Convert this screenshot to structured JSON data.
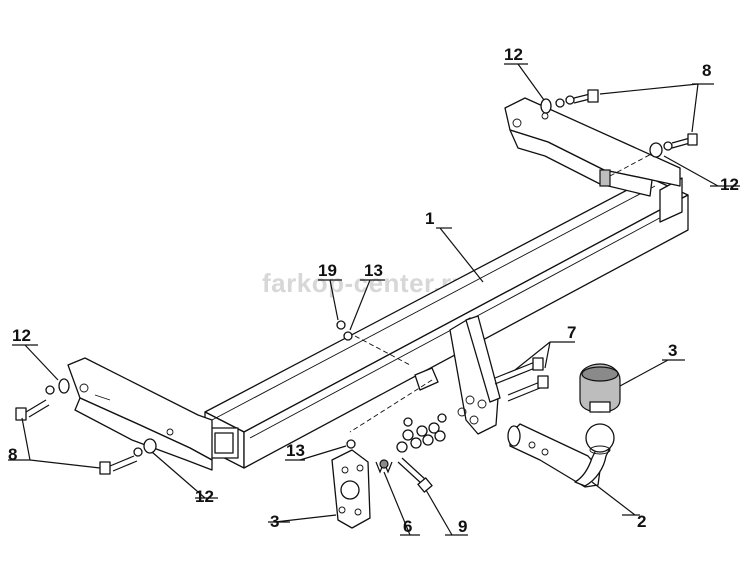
{
  "watermark": "farkop-center.ru",
  "callouts": {
    "c1": "1",
    "c2": "2",
    "c3_ball": "3",
    "c3_plate": "3",
    "c6": "6",
    "c7": "7",
    "c8_top": "8",
    "c8_left": "8",
    "c9": "9",
    "c12_top": "12",
    "c12_right": "12",
    "c12_left": "12",
    "c12_bottom": "12",
    "c13_top": "13",
    "c13_bottom": "13",
    "c19": "19"
  }
}
